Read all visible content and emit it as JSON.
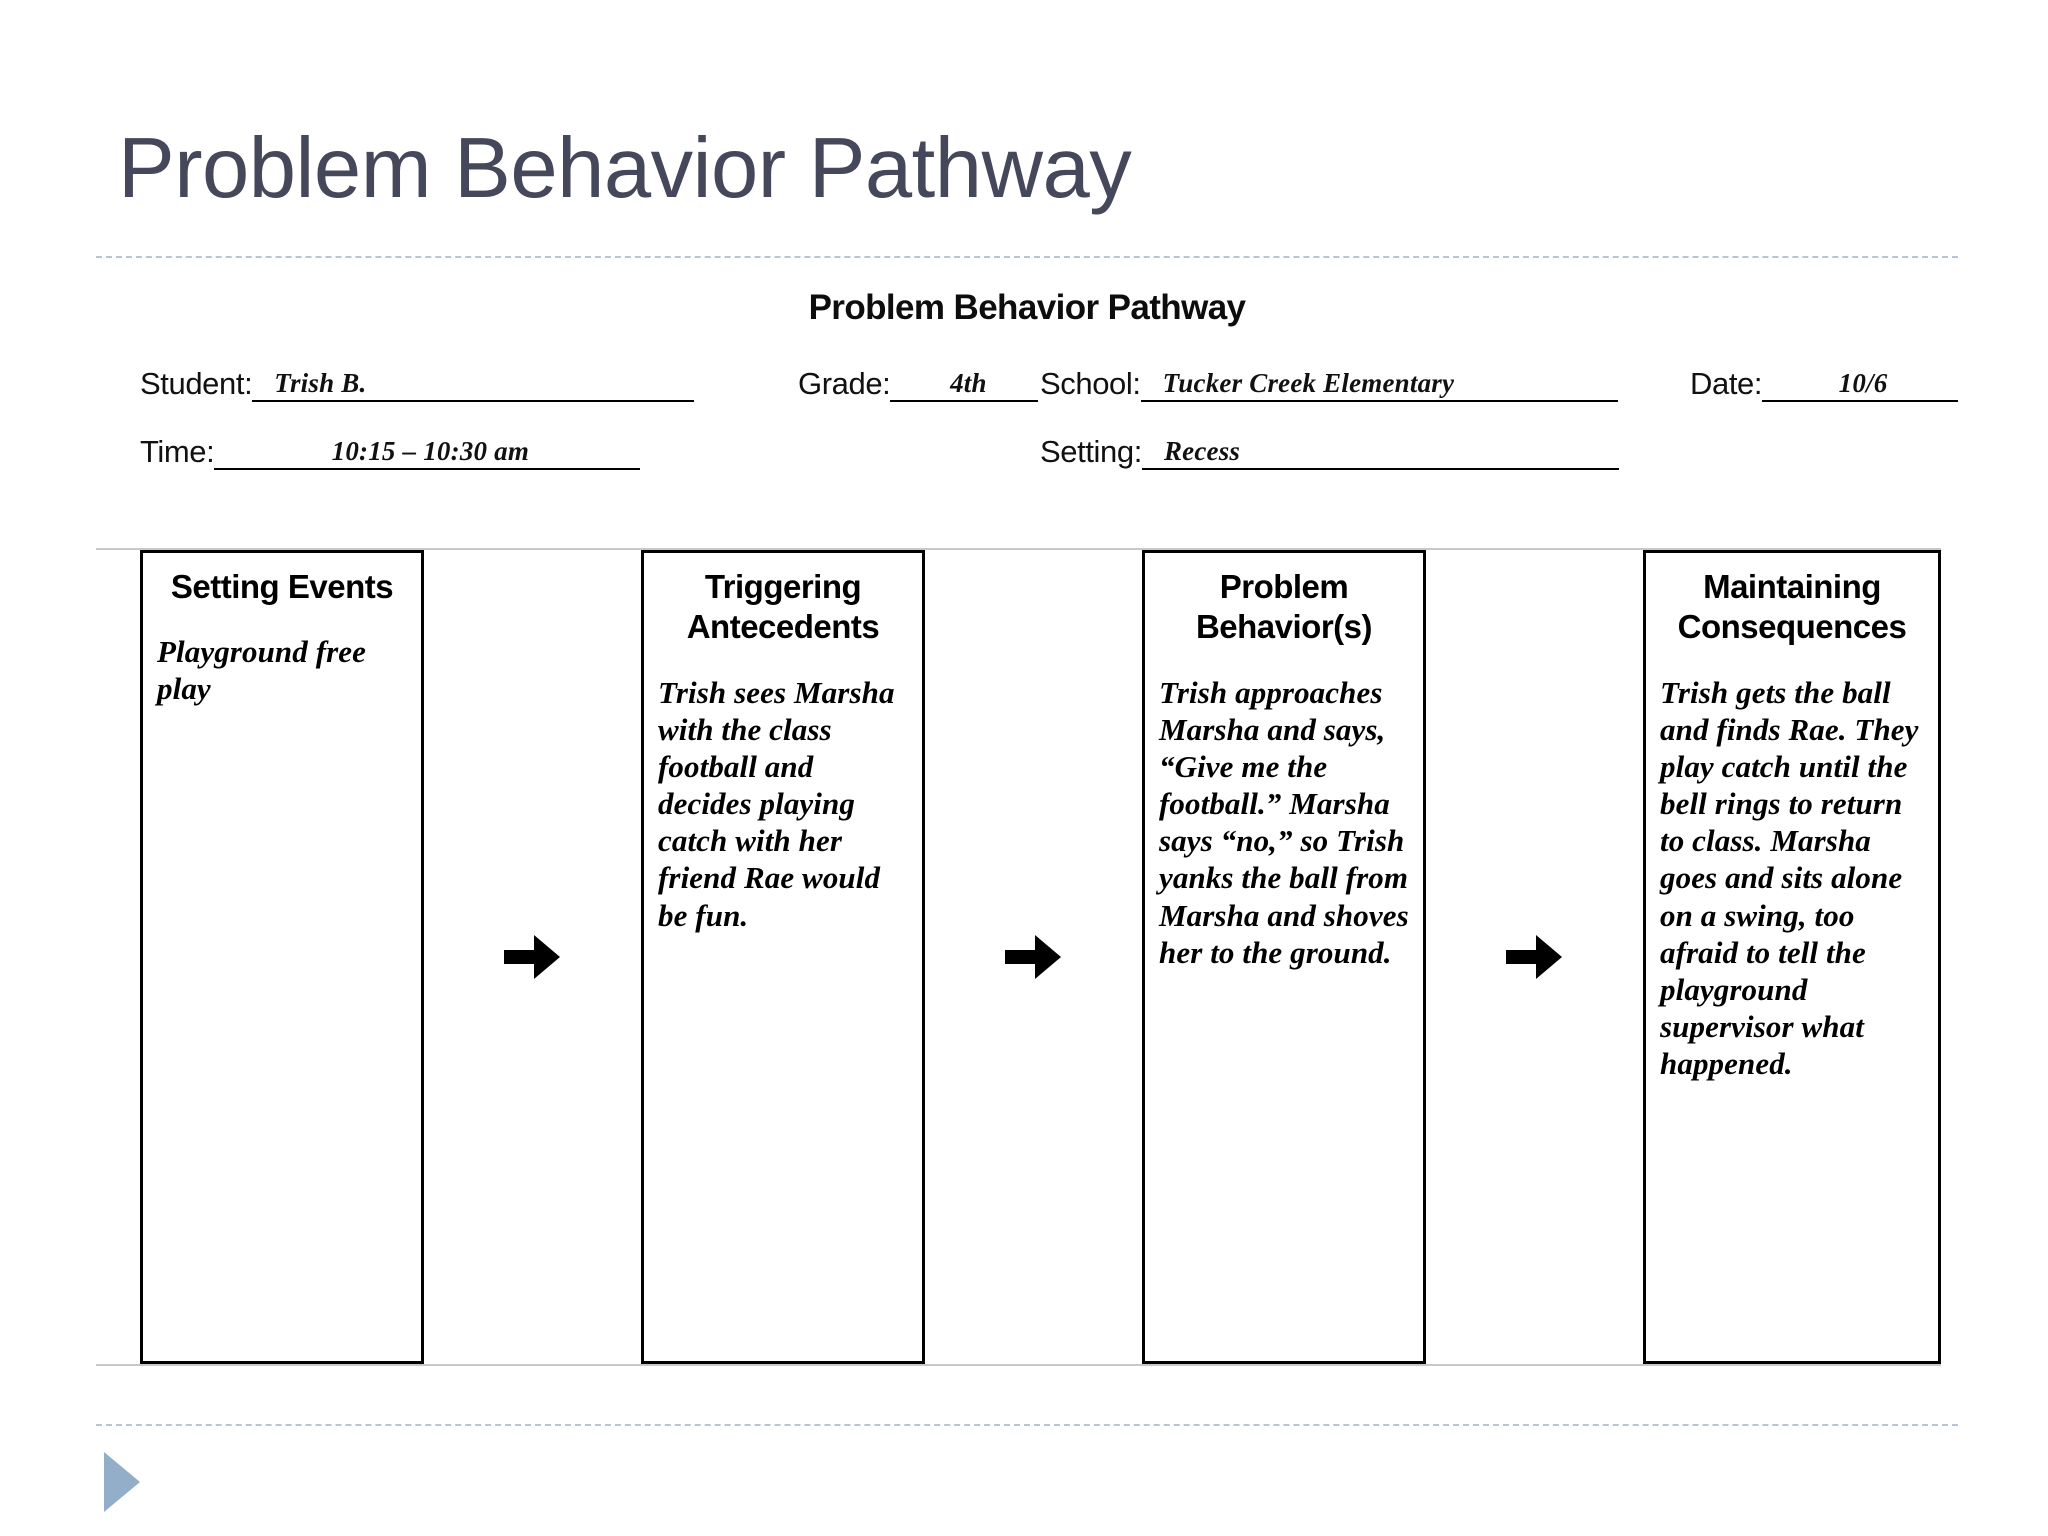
{
  "slide": {
    "title": "Problem Behavior Pathway"
  },
  "form": {
    "heading": "Problem Behavior Pathway",
    "fields": [
      {
        "label": "Student:",
        "value": "Trish B."
      },
      {
        "label": "Grade:",
        "value": "4th"
      },
      {
        "label": "School:",
        "value": "Tucker Creek Elementary"
      },
      {
        "label": "Date:",
        "value": "10/6"
      },
      {
        "label": "Time:",
        "value": "10:15 – 10:30 am"
      },
      {
        "label": "Setting:",
        "value": "Recess"
      }
    ],
    "columns": [
      {
        "title": "Setting Events",
        "body": "Playground free play"
      },
      {
        "title": "Triggering Antecedents",
        "body": "Trish sees Marsha with the class football and decides playing catch with her friend Rae would be fun."
      },
      {
        "title": "Problem Behavior(s)",
        "body": "Trish approaches Marsha and says, “Give me the football.”  Marsha says “no,” so Trish yanks the ball from Marsha and shoves her to the ground."
      },
      {
        "title": "Maintaining Consequences",
        "body": "Trish gets the ball and finds Rae. They play catch until the bell rings to return to class. Marsha goes and sits alone on a swing, too afraid to tell the playground supervisor what happened."
      }
    ],
    "arrow_icon": "arrow-right-icon"
  },
  "footer": {
    "nav_icon": "play-triangle-icon"
  },
  "colors": {
    "title_text": "#45475a",
    "rule": "#b9c4d4",
    "nav_triangle": "#93aec9",
    "box_border": "#000000",
    "table_border": "#c8c8c8"
  }
}
